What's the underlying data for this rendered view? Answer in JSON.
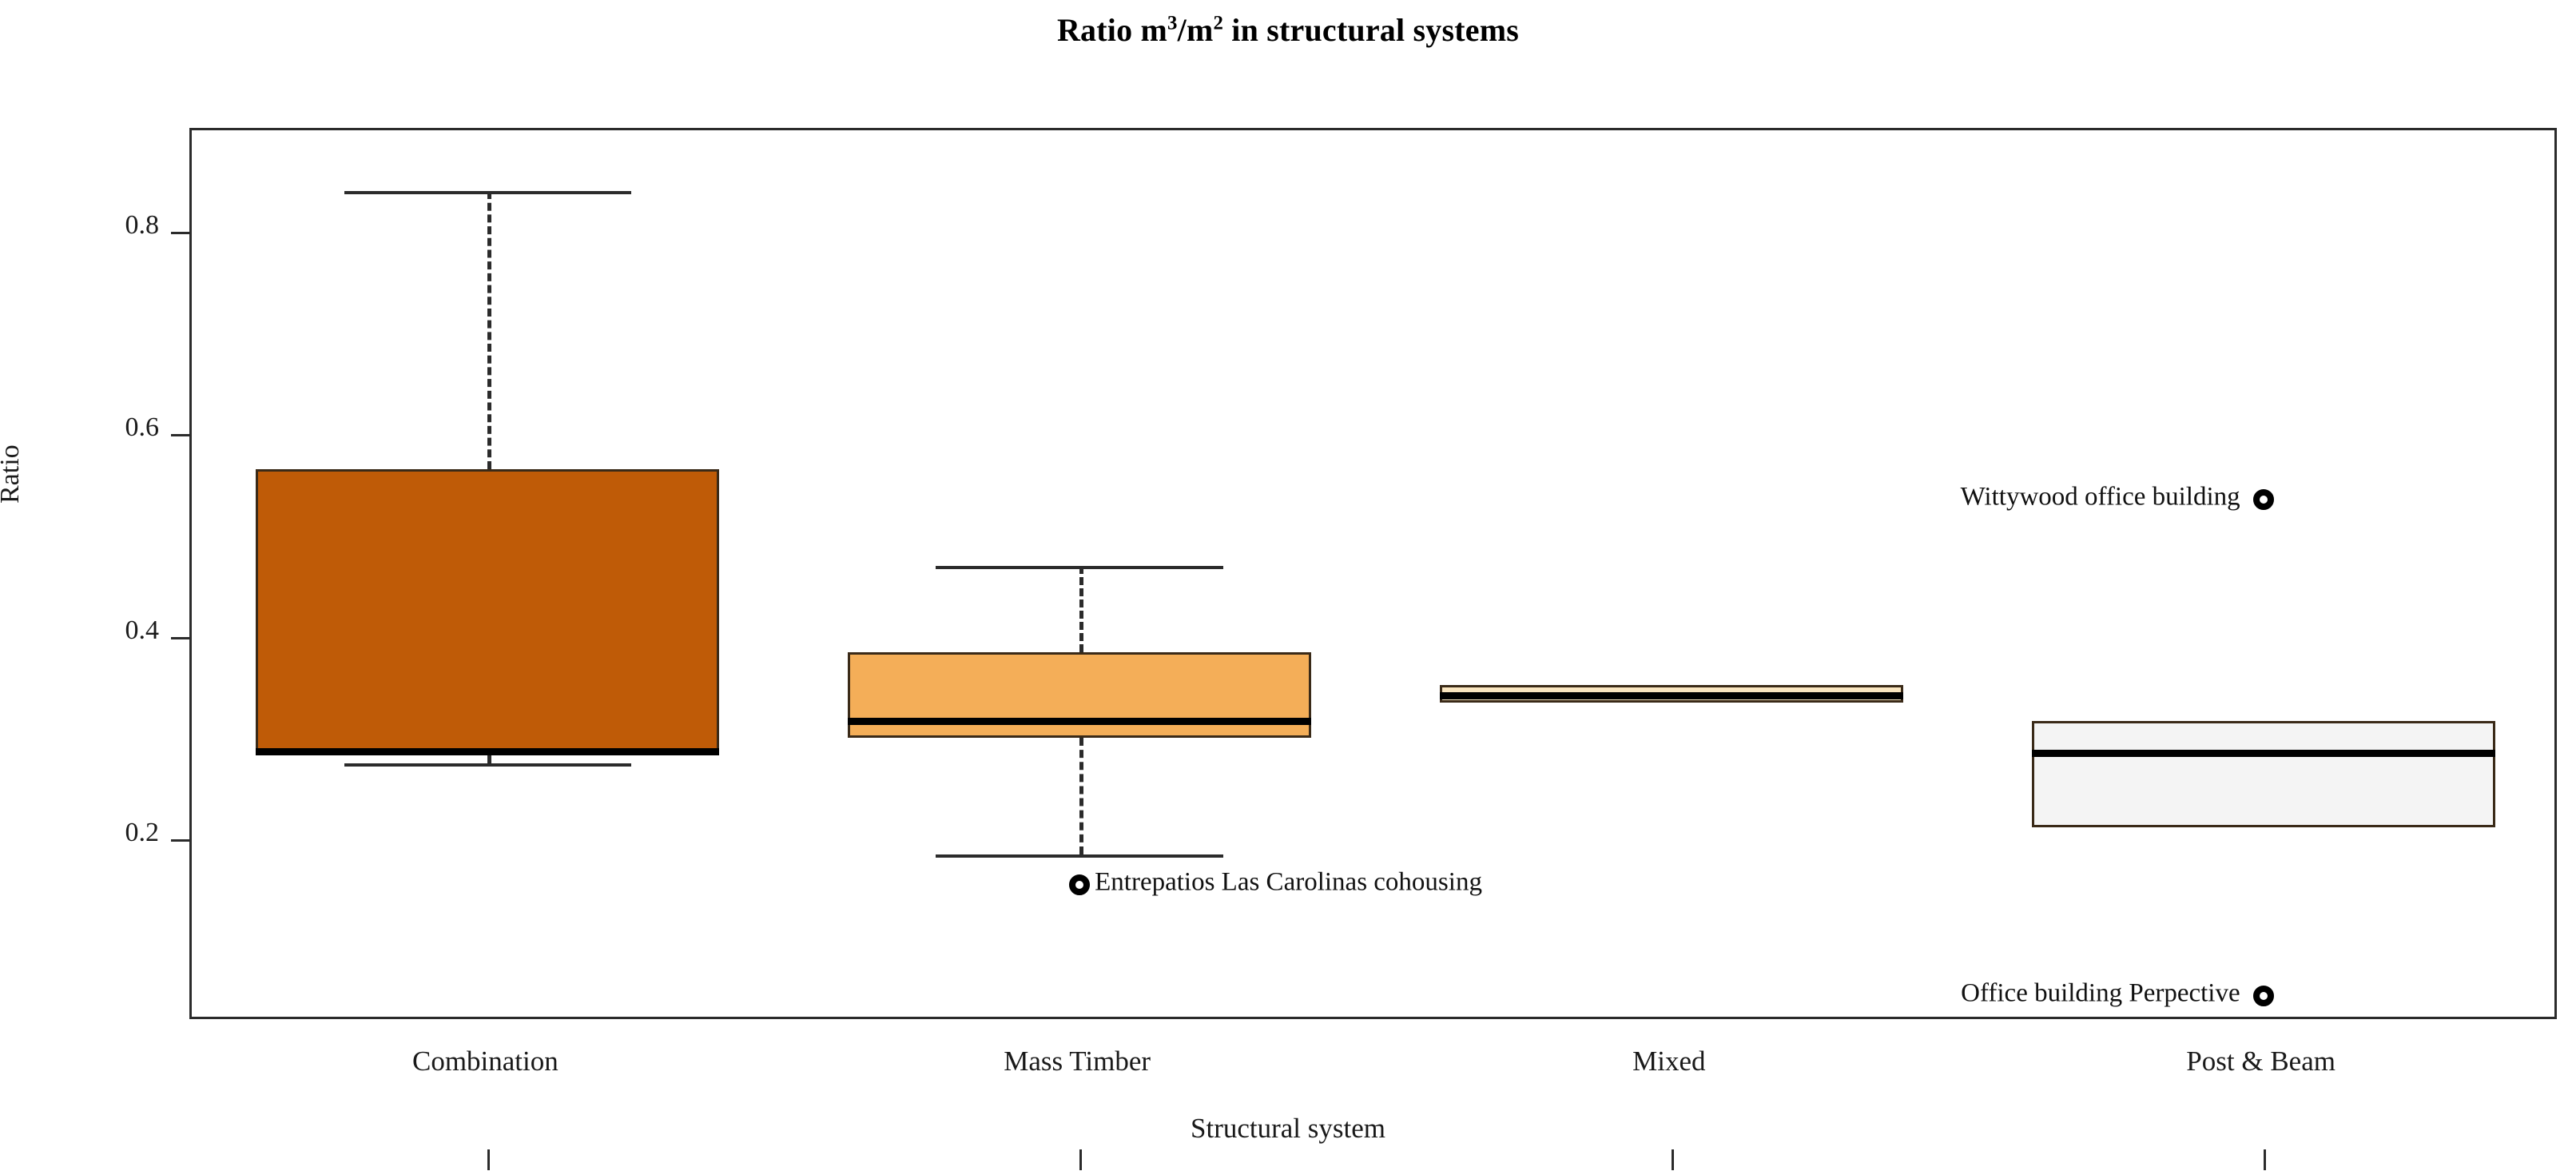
{
  "chart_data": {
    "type": "box",
    "title": "Ratio m³/m² in structural systems",
    "title_main": "Ratio m",
    "title_sup1": "3",
    "title_mid": "/m",
    "title_sup2": "2",
    "title_tail": " in structural systems",
    "xlabel": "Structural system",
    "ylabel": "Ratio",
    "categories": [
      "Combination",
      "Mass Timber",
      "Mixed",
      "Post & Beam"
    ],
    "ylim": [
      0.02,
      0.9
    ],
    "yticks": [
      0.2,
      0.4,
      0.6,
      0.8
    ],
    "ytick_labels": [
      "0.2",
      "0.4",
      "0.6",
      "0.8"
    ],
    "grid": false,
    "legend": "none",
    "boxes": [
      {
        "category": "Combination",
        "whisker_low": 0.275,
        "q1": 0.285,
        "median": 0.29,
        "q3": 0.565,
        "whisker_high": 0.84,
        "fill": "#BF5B07",
        "edge": "#3A2A18",
        "outliers": []
      },
      {
        "category": "Mass Timber",
        "whisker_low": 0.185,
        "q1": 0.3,
        "median": 0.32,
        "q3": 0.385,
        "whisker_high": 0.47,
        "fill": "#F4AE58",
        "edge": "#3A2A18",
        "outliers": [
          0.155
        ]
      },
      {
        "category": "Mixed",
        "whisker_low": 0.335,
        "q1": 0.335,
        "median": 0.345,
        "q3": 0.352,
        "whisker_high": 0.352,
        "fill": "#FAE6C0",
        "edge": "#3A2A18",
        "outliers": []
      },
      {
        "category": "Post & Beam",
        "whisker_low": 0.212,
        "q1": 0.212,
        "median": 0.288,
        "q3": 0.317,
        "whisker_high": 0.317,
        "fill": "#F4F4F4",
        "edge": "#3A2A18",
        "outliers": [
          0.535,
          0.045
        ]
      }
    ],
    "annotations": [
      {
        "text": "Wittywood office building",
        "category": "Post & Beam",
        "value": 0.535,
        "side": "left"
      },
      {
        "text": "Entrepatios Las Carolinas cohousing",
        "category": "Mass Timber",
        "value": 0.155,
        "side": "right"
      },
      {
        "text": "Office building Perpective",
        "category": "Post & Beam",
        "value": 0.045,
        "side": "left"
      }
    ]
  }
}
